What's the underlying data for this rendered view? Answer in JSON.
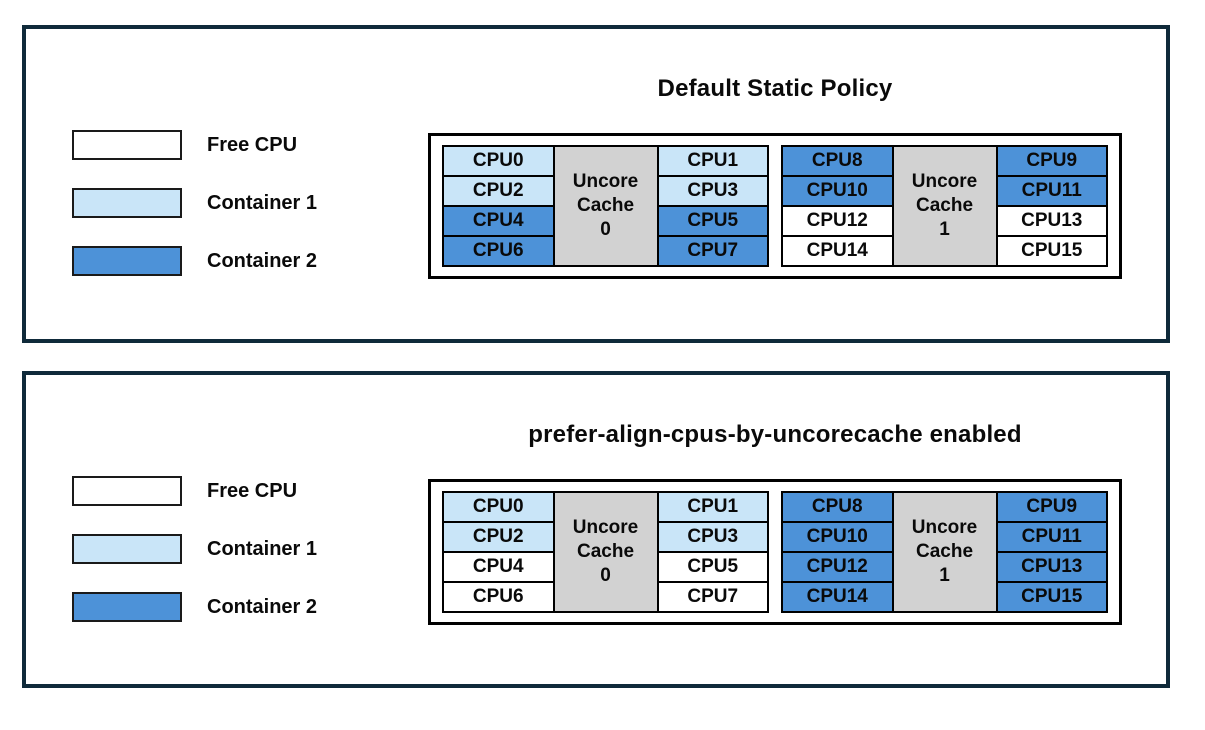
{
  "colors": {
    "free": "#FFFFFF",
    "container1": "#C9E5F8",
    "container2": "#4D92D8",
    "cache_gray": "#D2D2D2",
    "panel_border": "#0F2A3A"
  },
  "legend": {
    "items": [
      {
        "label": "Free CPU",
        "state": "free"
      },
      {
        "label": "Container 1",
        "state": "container1"
      },
      {
        "label": "Container 2",
        "state": "container2"
      }
    ]
  },
  "panels": [
    {
      "title": "Default Static Policy",
      "groups": [
        {
          "cache": [
            "Uncore",
            "Cache",
            "0"
          ],
          "left": [
            {
              "label": "CPU0",
              "state": "container1"
            },
            {
              "label": "CPU2",
              "state": "container1"
            },
            {
              "label": "CPU4",
              "state": "container2"
            },
            {
              "label": "CPU6",
              "state": "container2"
            }
          ],
          "right": [
            {
              "label": "CPU1",
              "state": "container1"
            },
            {
              "label": "CPU3",
              "state": "container1"
            },
            {
              "label": "CPU5",
              "state": "container2"
            },
            {
              "label": "CPU7",
              "state": "container2"
            }
          ]
        },
        {
          "cache": [
            "Uncore",
            "Cache",
            "1"
          ],
          "left": [
            {
              "label": "CPU8",
              "state": "container2"
            },
            {
              "label": "CPU10",
              "state": "container2"
            },
            {
              "label": "CPU12",
              "state": "free"
            },
            {
              "label": "CPU14",
              "state": "free"
            }
          ],
          "right": [
            {
              "label": "CPU9",
              "state": "container2"
            },
            {
              "label": "CPU11",
              "state": "container2"
            },
            {
              "label": "CPU13",
              "state": "free"
            },
            {
              "label": "CPU15",
              "state": "free"
            }
          ]
        }
      ]
    },
    {
      "title": "prefer-align-cpus-by-uncorecache enabled",
      "groups": [
        {
          "cache": [
            "Uncore",
            "Cache",
            "0"
          ],
          "left": [
            {
              "label": "CPU0",
              "state": "container1"
            },
            {
              "label": "CPU2",
              "state": "container1"
            },
            {
              "label": "CPU4",
              "state": "free"
            },
            {
              "label": "CPU6",
              "state": "free"
            }
          ],
          "right": [
            {
              "label": "CPU1",
              "state": "container1"
            },
            {
              "label": "CPU3",
              "state": "container1"
            },
            {
              "label": "CPU5",
              "state": "free"
            },
            {
              "label": "CPU7",
              "state": "free"
            }
          ]
        },
        {
          "cache": [
            "Uncore",
            "Cache",
            "1"
          ],
          "left": [
            {
              "label": "CPU8",
              "state": "container2"
            },
            {
              "label": "CPU10",
              "state": "container2"
            },
            {
              "label": "CPU12",
              "state": "container2"
            },
            {
              "label": "CPU14",
              "state": "container2"
            }
          ],
          "right": [
            {
              "label": "CPU9",
              "state": "container2"
            },
            {
              "label": "CPU11",
              "state": "container2"
            },
            {
              "label": "CPU13",
              "state": "container2"
            },
            {
              "label": "CPU15",
              "state": "container2"
            }
          ]
        }
      ]
    }
  ]
}
